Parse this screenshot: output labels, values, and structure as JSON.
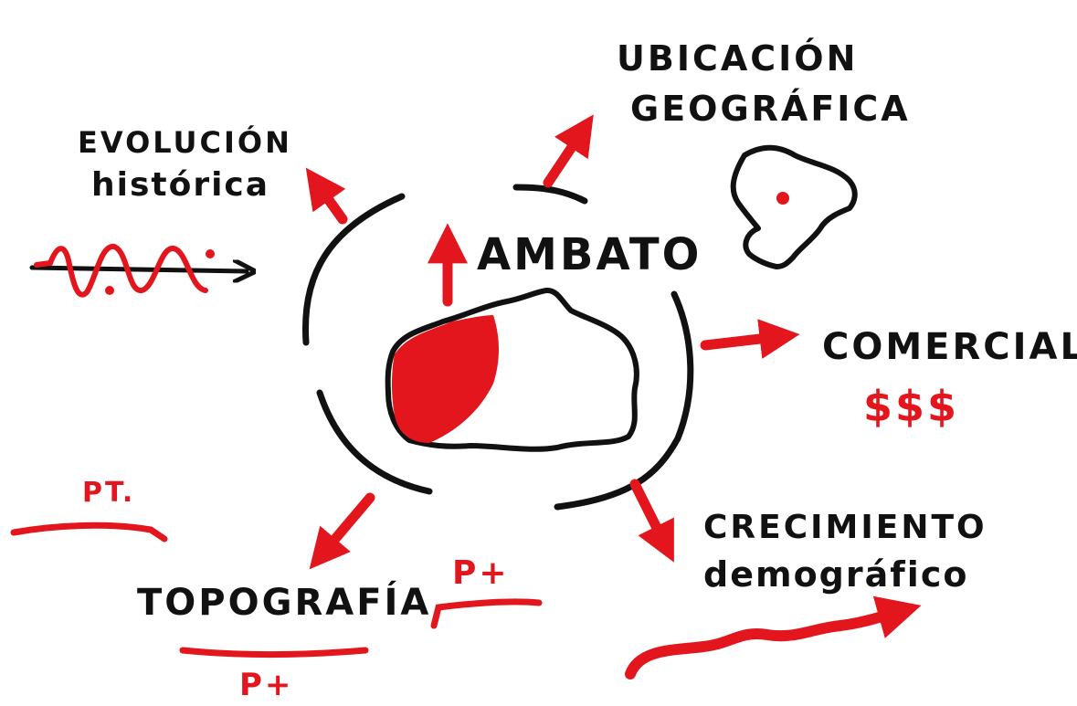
{
  "colors": {
    "ink": "#111111",
    "accent": "#e3161e",
    "background": "#ffffff"
  },
  "center": {
    "title": "AMBATO"
  },
  "topics": {
    "ubicacion": {
      "line1": "UBICACIÓN",
      "line2": "GEOGRÁFICA"
    },
    "evolucion": {
      "line1": "EVOLUCIÓN",
      "line2": "histórica"
    },
    "comercial": {
      "title": "COMERCIAL",
      "symbol": "$$$"
    },
    "crecimiento": {
      "line1": "CRECIMIENTO",
      "line2": "demográfico"
    },
    "topografia": {
      "title": "TOPOGRAFÍA",
      "mark_left": "PT.",
      "mark_right": "P+",
      "mark_bottom": "P+"
    }
  },
  "icons": [
    "ecuador-map-icon",
    "ambato-map-icon",
    "wave-graph-icon",
    "growth-arrow-icon"
  ]
}
